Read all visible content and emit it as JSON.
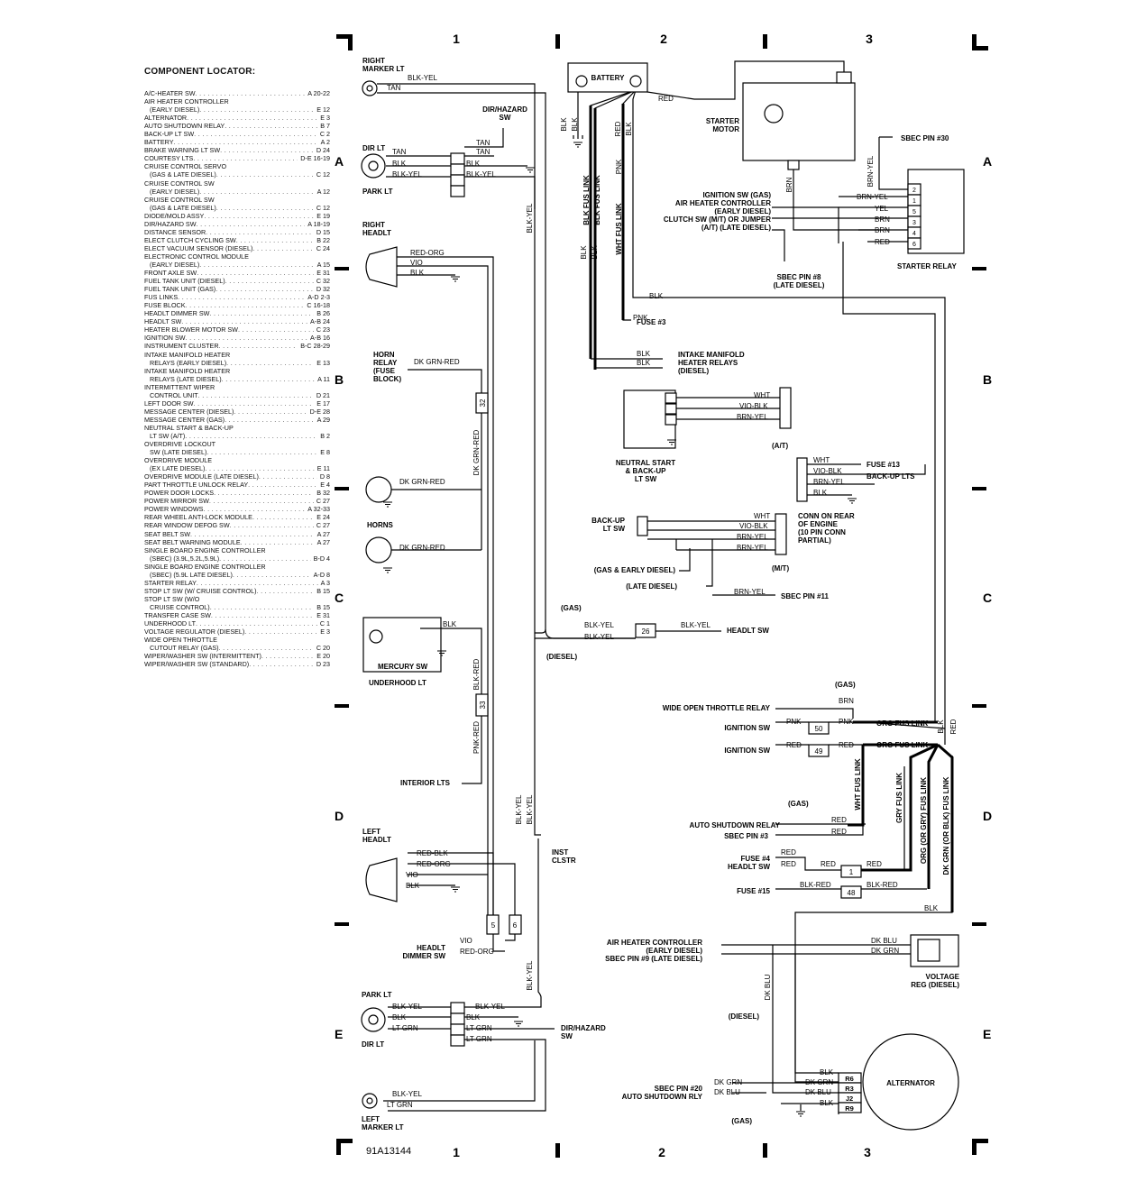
{
  "diagram_id": "91A13144",
  "zones": {
    "columns": [
      "1",
      "2",
      "3"
    ],
    "rows": [
      "A",
      "B",
      "C",
      "D",
      "E"
    ]
  },
  "locator": {
    "title": "COMPONENT LOCATOR:",
    "rows": [
      {
        "name": "A/C-HEATER SW",
        "ref": "A 20-22"
      },
      {
        "name": "AIR HEATER CONTROLLER",
        "ref": ""
      },
      {
        "name": "(EARLY DIESEL)",
        "ref": "E 12",
        "indent": true
      },
      {
        "name": "ALTERNATOR",
        "ref": "E 3"
      },
      {
        "name": "AUTO SHUTDOWN RELAY",
        "ref": "B 7"
      },
      {
        "name": "BACK-UP LT SW",
        "ref": "C 2"
      },
      {
        "name": "BATTERY",
        "ref": "A 2"
      },
      {
        "name": "BRAKE WARNING LT SW",
        "ref": "D 24"
      },
      {
        "name": "COURTESY LTS",
        "ref": "D-E 16-19"
      },
      {
        "name": "CRUISE CONTROL SERVO",
        "ref": ""
      },
      {
        "name": "(GAS & LATE DIESEL)",
        "ref": "C 12",
        "indent": true
      },
      {
        "name": "CRUISE CONTROL SW",
        "ref": ""
      },
      {
        "name": "(EARLY DIESEL)",
        "ref": "A 12",
        "indent": true
      },
      {
        "name": "CRUISE CONTROL SW",
        "ref": ""
      },
      {
        "name": "(GAS & LATE DIESEL)",
        "ref": "C 12",
        "indent": true
      },
      {
        "name": "DIODE/MOLD ASSY",
        "ref": "E 19"
      },
      {
        "name": "DIR/HAZARD SW",
        "ref": "A 18-19"
      },
      {
        "name": "DISTANCE SENSOR",
        "ref": "D 15"
      },
      {
        "name": "ELECT CLUTCH CYCLING SW",
        "ref": "B 22"
      },
      {
        "name": "ELECT VACUUM SENSOR (DIESEL)",
        "ref": "C 24"
      },
      {
        "name": "ELECTRONIC CONTROL MODULE",
        "ref": ""
      },
      {
        "name": "(EARLY DIESEL)",
        "ref": "A 15",
        "indent": true
      },
      {
        "name": "FRONT AXLE SW",
        "ref": "E 31"
      },
      {
        "name": "FUEL TANK UNIT (DIESEL)",
        "ref": "C 32"
      },
      {
        "name": "FUEL TANK UNIT (GAS)",
        "ref": "D 32"
      },
      {
        "name": "FUS LINKS",
        "ref": "A-D 2-3"
      },
      {
        "name": "FUSE BLOCK",
        "ref": "C 16-18"
      },
      {
        "name": "HEADLT DIMMER SW",
        "ref": "B 26"
      },
      {
        "name": "HEADLT SW",
        "ref": "A-B 24"
      },
      {
        "name": "HEATER BLOWER MOTOR SW",
        "ref": "C 23"
      },
      {
        "name": "IGNITION SW",
        "ref": "A-B 16"
      },
      {
        "name": "INSTRUMENT CLUSTER",
        "ref": "B-C 28-29"
      },
      {
        "name": "INTAKE MANIFOLD HEATER",
        "ref": ""
      },
      {
        "name": "RELAYS (EARLY DIESEL)",
        "ref": "E 13",
        "indent": true
      },
      {
        "name": "INTAKE MANIFOLD HEATER",
        "ref": ""
      },
      {
        "name": "RELAYS (LATE DIESEL)",
        "ref": "A 11",
        "indent": true
      },
      {
        "name": "INTERMITTENT WIPER",
        "ref": ""
      },
      {
        "name": "CONTROL UNIT",
        "ref": "D 21",
        "indent": true
      },
      {
        "name": "LEFT DOOR SW",
        "ref": "E 17"
      },
      {
        "name": "MESSAGE CENTER (DIESEL)",
        "ref": "D-E 28"
      },
      {
        "name": "MESSAGE CENTER (GAS)",
        "ref": "A 29"
      },
      {
        "name": "NEUTRAL START & BACK-UP",
        "ref": ""
      },
      {
        "name": "LT SW (A/T)",
        "ref": "B 2",
        "indent": true
      },
      {
        "name": "OVERDRIVE LOCKOUT",
        "ref": ""
      },
      {
        "name": "SW (LATE DIESEL)",
        "ref": "E 8",
        "indent": true
      },
      {
        "name": "OVERDRIVE MODULE",
        "ref": ""
      },
      {
        "name": "(EX LATE DIESEL)",
        "ref": "E 11",
        "indent": true
      },
      {
        "name": "OVERDRIVE MODULE (LATE DIESEL)",
        "ref": "D 8"
      },
      {
        "name": "PART THROTTLE UNLOCK RELAY",
        "ref": "E 4"
      },
      {
        "name": "POWER DOOR LOCKS",
        "ref": "B 32"
      },
      {
        "name": "POWER MIRROR SW",
        "ref": "C 27"
      },
      {
        "name": "POWER WINDOWS",
        "ref": "A 32-33"
      },
      {
        "name": "REAR WHEEL ANTI-LOCK MODULE",
        "ref": "E 24"
      },
      {
        "name": "REAR WINDOW DEFOG SW",
        "ref": "C 27"
      },
      {
        "name": "SEAT BELT SW",
        "ref": "A 27"
      },
      {
        "name": "SEAT BELT WARNING MODULE",
        "ref": "A 27"
      },
      {
        "name": "SINGLE BOARD ENGINE CONTROLLER",
        "ref": ""
      },
      {
        "name": "(SBEC) (3.9L,5.2L,5.9L)",
        "ref": "B-D 4",
        "indent": true
      },
      {
        "name": "SINGLE BOARD ENGINE CONTROLLER",
        "ref": ""
      },
      {
        "name": "(SBEC) (5.9L LATE DIESEL)",
        "ref": "A-D 8",
        "indent": true
      },
      {
        "name": "STARTER RELAY",
        "ref": "A 3"
      },
      {
        "name": "STOP LT SW (W/ CRUISE CONTROL)",
        "ref": "B 15"
      },
      {
        "name": "STOP LT SW (W/O",
        "ref": ""
      },
      {
        "name": "CRUISE CONTROL)",
        "ref": "B 15",
        "indent": true
      },
      {
        "name": "TRANSFER CASE SW",
        "ref": "E 31"
      },
      {
        "name": "UNDERHOOD LT",
        "ref": "C 1"
      },
      {
        "name": "VOLTAGE REGULATOR (DIESEL)",
        "ref": "E 3"
      },
      {
        "name": "WIDE OPEN THROTTLE",
        "ref": ""
      },
      {
        "name": "CUTOUT RELAY (GAS)",
        "ref": "C 20",
        "indent": true
      },
      {
        "name": "WIPER/WASHER SW (INTERMITTENT)",
        "ref": "E 20"
      },
      {
        "name": "WIPER/WASHER SW (STANDARD)",
        "ref": "D 23"
      }
    ]
  },
  "components": {
    "right_marker_lt": "RIGHT\nMARKER LT",
    "dir_hazard_sw_top": "DIR/HAZARD\nSW",
    "dir_lt_top": "DIR LT",
    "park_lt_top": "PARK LT",
    "right_headlt": "RIGHT\nHEADLT",
    "horn_relay": "HORN\nRELAY\n(FUSE\nBLOCK)",
    "horns": "HORNS",
    "mercury_sw": "MERCURY SW",
    "underhood_lt": "UNDERHOOD LT",
    "interior_lts": "INTERIOR LTS",
    "left_headlt": "LEFT\nHEADLT",
    "inst_clstr": "INST\nCLSTR",
    "headlt_dimmer_sw": "HEADLT\nDIMMER SW",
    "park_lt_bottom": "PARK LT",
    "dir_lt_bottom": "DIR LT",
    "dir_hazard_sw_bottom": "DIR/HAZARD\nSW",
    "left_marker_lt": "LEFT\nMARKER LT",
    "battery": "BATTERY",
    "starter_motor": "STARTER\nMOTOR",
    "sbec_pin_30": "SBEC PIN #30",
    "ignition_block": "IGNITION SW (GAS)\nAIR HEATER CONTROLLER\n(EARLY DIESEL)\nCLUTCH SW (M/T) OR JUMPER\n(A/T) (LATE DIESEL)",
    "sbec_pin_8": "SBEC PIN #8\n(LATE DIESEL)",
    "starter_relay": "STARTER RELAY",
    "fuse_3_top": "FUSE #3",
    "intake_manifold": "INTAKE MANIFOLD\nHEATER RELAYS\n(DIESEL)",
    "neutral_start": "NEUTRAL START\n& BACK-UP\nLT SW",
    "at_label": "(A/T)",
    "fuse_13": "FUSE #13",
    "back_up_lts": "BACK-UP LTS",
    "conn_rear": "CONN ON REAR\nOF ENGINE\n(10 PIN CONN\nPARTIAL)",
    "back_up_lt_sw": "BACK-UP\nLT SW",
    "mt_label": "(M/T)",
    "gas_early_diesel": "(GAS & EARLY DIESEL)",
    "late_diesel": "(LATE DIESEL)",
    "sbec_pin_11": "SBEC PIN #11",
    "gas_1": "(GAS)",
    "headlt_sw": "HEADLT SW",
    "diesel_1": "(DIESEL)",
    "gas_2": "(GAS)",
    "wide_open_throttle_relay": "WIDE OPEN THROTTLE RELAY",
    "ignition_sw_1": "IGNITION SW",
    "ignition_sw_2": "IGNITION SW",
    "gas_3": "(GAS)",
    "auto_shutdown_relay": "AUTO SHUTDOWN RELAY",
    "sbec_pin_3": "SBEC PIN #3",
    "fuse_4_headlt": "FUSE #4\nHEADLT SW",
    "fuse_15": "FUSE #15",
    "air_heater_controller": "AIR HEATER CONTROLLER\n(EARLY DIESEL)\nSBEC PIN #9 (LATE DIESEL)",
    "voltage_reg": "VOLTAGE\nREG (DIESEL)",
    "diesel_2": "(DIESEL)",
    "sbec_pin_20": "SBEC PIN #20\nAUTO SHUTDOWN RLY",
    "gas_4": "(GAS)",
    "alternator": "ALTERNATOR"
  },
  "wires": {
    "blk_yel": "BLK-YEL",
    "tan": "TAN",
    "blk": "BLK",
    "red_org": "RED-ORG",
    "vio": "VIO",
    "dk_grn_red": "DK GRN-RED",
    "blk_red": "BLK-RED",
    "pnk_red": "PNK-RED",
    "red_blk": "RED-BLK",
    "lt_grn": "LT GRN",
    "red": "RED",
    "brn_yel": "BRN-YEL",
    "yel": "YEL",
    "brn": "BRN",
    "pnk": "PNK",
    "wht": "WHT",
    "vio_blk": "VIO-BLK",
    "org_fus_link": "ORG FUS LINK",
    "wht_fus_link": "WHT FUS LINK",
    "gry_fus_link": "GRY FUS LINK",
    "org_or_gry_fus_link": "ORG (OR GRY) FUS LINK",
    "dk_grn_or_blk_fus_link": "DK GRN (OR BLK) FUS LINK",
    "blk_fus_link": "BLK FUS LINK",
    "dk_blu": "DK BLU",
    "dk_grn": "DK GRN"
  },
  "splices": [
    "32",
    "33",
    "26",
    "5",
    "6",
    "50",
    "49",
    "1",
    "48"
  ],
  "relay_pins": [
    "2",
    "1",
    "5",
    "3",
    "4",
    "6"
  ],
  "alternator_pins": [
    "R6",
    "R3",
    "J2",
    "R9"
  ]
}
